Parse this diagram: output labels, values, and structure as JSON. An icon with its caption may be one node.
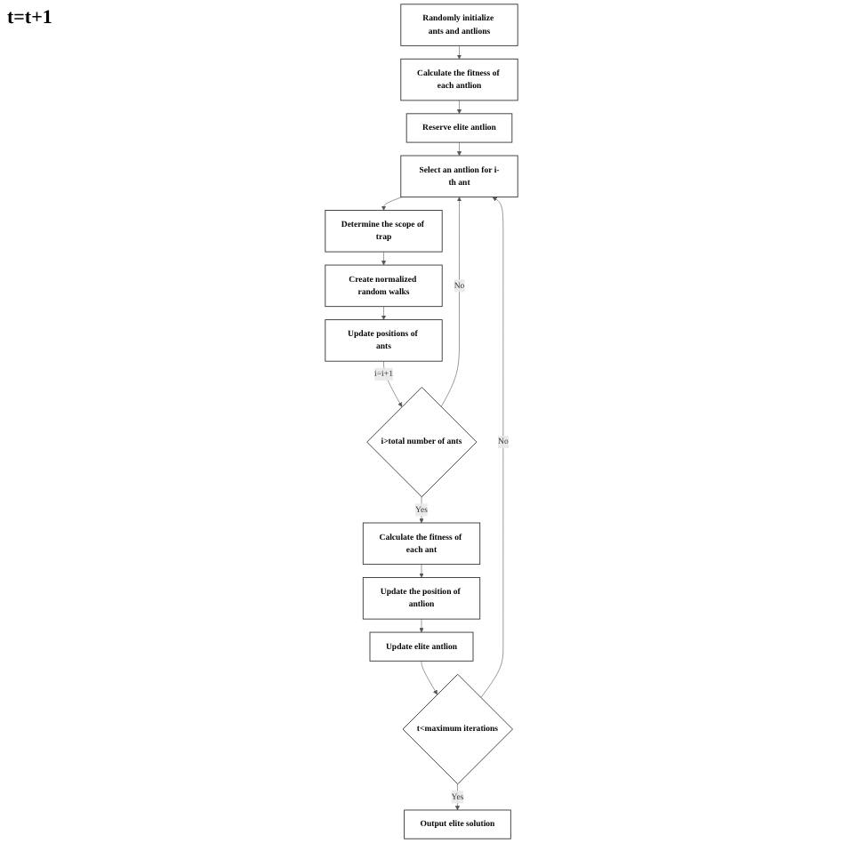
{
  "diagram": {
    "nodes": [
      {
        "text": [
          "Randomly initialize ants and antlions"
        ]
      },
      {
        "text": [
          "Calculate the fitness of each antlion"
        ]
      },
      {
        "text": [
          "Reserve elite antlion"
        ]
      },
      {
        "text": [
          "Select an antlion for i-th ant"
        ]
      },
      {
        "text": [
          "Determine the scope of trap"
        ]
      },
      {
        "text": [
          "Create normalized random walks"
        ]
      },
      {
        "text": [
          "Update positions of ants"
        ]
      },
      {
        "text": [
          "i>total number of ants"
        ]
      },
      {
        "text": [
          "Calculate the fitness of each ant"
        ]
      },
      {
        "text": [
          "Update the position of antlion"
        ]
      },
      {
        "text": [
          "Update elite antlion"
        ]
      },
      {
        "text": [
          "t<maximum iterations"
        ]
      },
      {
        "text": [
          "Output elite solution"
        ]
      }
    ],
    "edges": [
      {
        "from": 0,
        "to": 1,
        "arrow": "to"
      },
      {
        "from": 1,
        "to": 2,
        "arrow": "to"
      },
      {
        "from": 2,
        "to": 3,
        "arrow": "to"
      },
      {
        "from": 3,
        "to": 4,
        "arrow": "to"
      },
      {
        "from": 4,
        "to": 5,
        "arrow": "to"
      },
      {
        "from": 5,
        "to": 6,
        "arrow": "to"
      },
      {
        "from": 6,
        "to": 7,
        "arrow": "to",
        "label": "i=i+1"
      },
      {
        "from": 7,
        "to": 3,
        "arrow": "to",
        "label": "No"
      },
      {
        "from": 7,
        "to": 8,
        "arrow": "to",
        "label": "Yes"
      },
      {
        "from": 8,
        "to": 9,
        "arrow": "to"
      },
      {
        "from": 9,
        "to": 10,
        "arrow": "to"
      },
      {
        "from": 10,
        "to": 11,
        "arrow": "to"
      },
      {
        "from": 11,
        "to": 12,
        "arrow": "to",
        "label": "Yes"
      },
      {
        "from": 11,
        "to": 3,
        "arrow": "to",
        "label": "No"
      }
    ],
    "labels": [
      "t=t+1"
    ]
  }
}
